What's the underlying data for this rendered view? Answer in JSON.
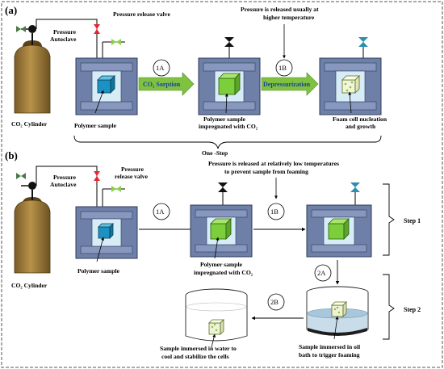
{
  "panel_a": {
    "letter": "(a)",
    "cylinder_label": "CO₂ Cylinder",
    "autoclave_label_1": "Pressure",
    "autoclave_label_2": "Autoclave",
    "release_valve_label": "Pressure release valve",
    "note_line1": "Pressure is released usually at",
    "note_line2": "higher temperature",
    "step_1a": "1A",
    "step_1b": "1B",
    "arrow1_label": "CO₂ Sorption",
    "arrow2_label": "Depressurization",
    "sample_label": "Polymer sample",
    "impregnated_line1": "Polymer sample",
    "impregnated_line2": "impregnated with CO₂",
    "foam_line1": "Foam cell nucleation",
    "foam_line2": "and growth",
    "one_step": "One -Step"
  },
  "panel_b": {
    "letter": "(b)",
    "autoclave_label_1": "Pressure",
    "autoclave_label_2": "Autoclave",
    "release_label_1": "Pressure",
    "release_label_2": "release valve",
    "note_line1": "Pressure is released at relatively low temperatures",
    "note_line2": "to prevent sample from foaming",
    "step_1a": "1A",
    "step_1b": "1B",
    "step_2a": "2A",
    "step_2b": "2B",
    "sample_label": "Polymer sample",
    "impregnated_line1": "Polymer sample",
    "impregnated_line2": "impregnated with CO₂",
    "cylinder_label": "CO₂ Cylinder",
    "step1_label": "Step 1",
    "step2_label": "Step 2",
    "water_line1": "Sample immersed in water to",
    "water_line2": "cool and stabilize the cells",
    "oil_line1": "Sample immersed in oil",
    "oil_line2": "bath to trigger foaming"
  },
  "colors": {
    "cylinder": "#9c7a3c",
    "autoclave": "#6e80a8",
    "chamber": "#d6ecf7",
    "sample_blue": "#1a92c4",
    "sample_green": "#7ccf3a",
    "arrow_green": "#7fc241",
    "valve_red": "#e8242a",
    "valve_green": "#8ad248",
    "valve_teal": "#2a8fb0"
  }
}
